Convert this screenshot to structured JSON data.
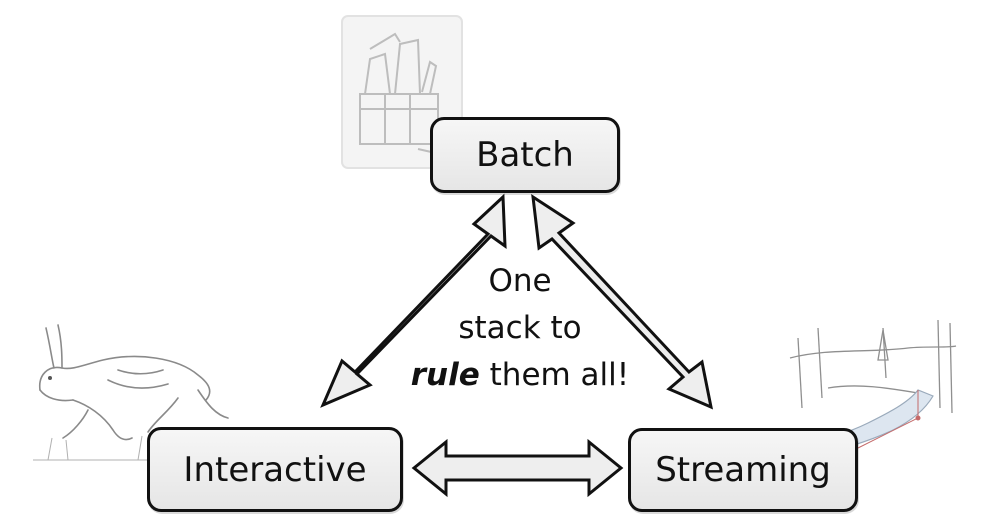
{
  "nodes": {
    "batch": {
      "label": "Batch"
    },
    "interactive": {
      "label": "Interactive"
    },
    "streaming": {
      "label": "Streaming"
    }
  },
  "center": {
    "line1": "One",
    "line2": "stack to",
    "line3_emphasis": "rule",
    "line3_rest": " them all!"
  },
  "colors": {
    "node_fill": "#ececec",
    "node_border": "#111111",
    "arrow_fill": "#eeeeee",
    "arrow_stroke": "#111111"
  },
  "illustrations": {
    "batch": "toolbox-sketch-icon",
    "interactive": "hare-sketch-icon",
    "streaming": "stream-landscape-sketch-icon"
  }
}
